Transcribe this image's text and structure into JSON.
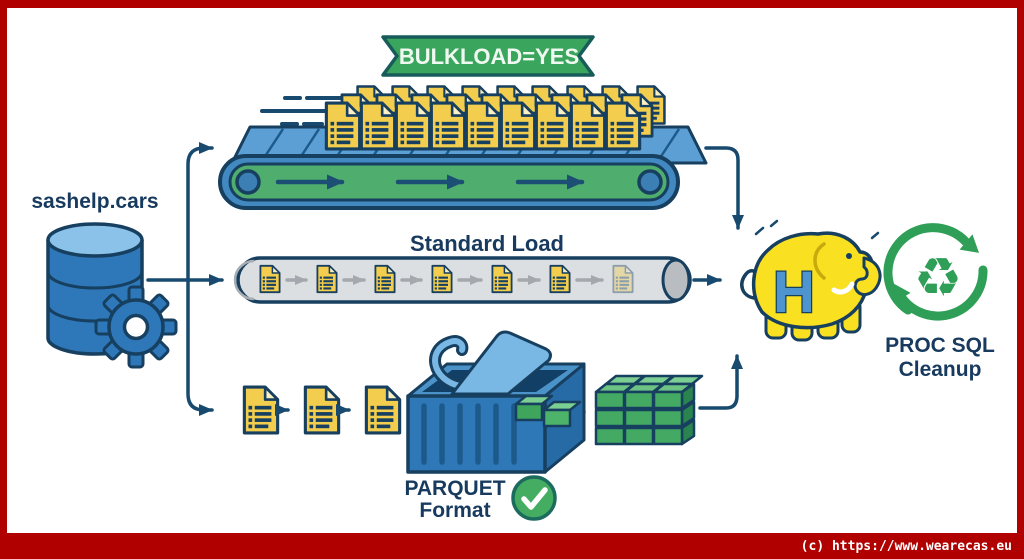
{
  "frame": {
    "credit": "(c) https://www.wearecas.eu",
    "border_color": "#b00000"
  },
  "diagram": {
    "source": {
      "label": "sashelp.cars",
      "icons": [
        "database-icon",
        "gear-icon"
      ]
    },
    "bulkload_path": {
      "banner_label": "BULKLOAD=YES",
      "banner_color": "#3aa55c",
      "conveyor_document_rows": {
        "front": 9,
        "middle": 9,
        "back": 9
      },
      "belt_color": "#4fae6d"
    },
    "standard_path": {
      "title": "Standard Load",
      "pipe_document_count": 7,
      "last_document_faded": true,
      "pipe_color": "#dcdfe2"
    },
    "parquet_path": {
      "label_line1": "PARQUET",
      "label_line2": "Format",
      "document_count": 3,
      "check_icon": "green-checkmark",
      "block_color": "#44aa63"
    },
    "hadoop": {
      "letter": "H",
      "icon": "hadoop-elephant-icon",
      "body_color": "#f9e021"
    },
    "cleanup": {
      "label_line1": "PROC SQL",
      "label_line2": "Cleanup",
      "icon": "recycle-icon",
      "recycle_glyph": "♻",
      "color": "#2f9e57"
    }
  },
  "colors": {
    "outline_navy": "#173f5f",
    "text_navy": "#173a5e",
    "connector_navy": "#174a6e",
    "document_yellow": "#f2cd4e",
    "primary_blue": "#2e78ba",
    "pipe_gray": "#dcdfe2"
  }
}
